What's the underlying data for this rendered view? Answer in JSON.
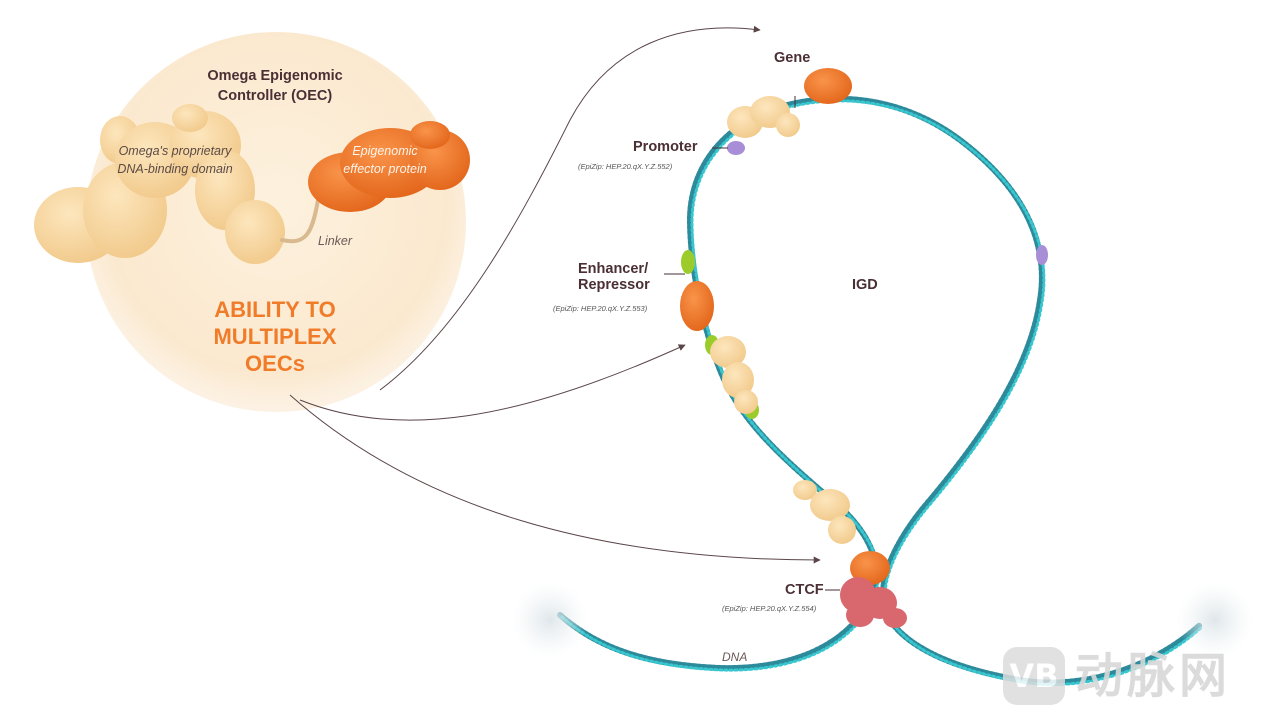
{
  "oec": {
    "title_line1": "Omega Epigenomic",
    "title_line2": "Controller (OEC)",
    "dna_binding_line1": "Omega's proprietary",
    "dna_binding_line2": "DNA-binding domain",
    "effector_line1": "Epigenomic",
    "effector_line2": "effector protein",
    "linker": "Linker",
    "ability_line1": "ABILITY TO",
    "ability_line2": "MULTIPLEX",
    "ability_line3": "OECs"
  },
  "sites": {
    "gene": "Gene",
    "promoter": "Promoter",
    "promoter_id": "(EpiZip: HEP.20.qX.Y.Z.552)",
    "enhancer_line1": "Enhancer/",
    "enhancer_line2": "Repressor",
    "enhancer_id": "(EpiZip: HEP.20.qX.Y.Z.553)",
    "ctcf": "CTCF",
    "ctcf_id": "(EpiZip: HEP.20.qX.Y.Z.554)",
    "igd": "IGD",
    "dna": "DNA"
  },
  "watermark": {
    "badge": "VB",
    "text": "动脉网"
  },
  "colors": {
    "oec_circle": "#fbecd4",
    "binding_domain": "#f6d39a",
    "effector": "#f07c2a",
    "ability_text": "#f07c2a",
    "dna_strand_a": "#2d8a9a",
    "dna_strand_b": "#38c7cf",
    "enhancer_marker": "#9ccc2b",
    "promoter_marker": "#a88ed6",
    "ctcf": "#d9676e",
    "arrow": "#5a4548",
    "label_text": "#4a2f35"
  }
}
